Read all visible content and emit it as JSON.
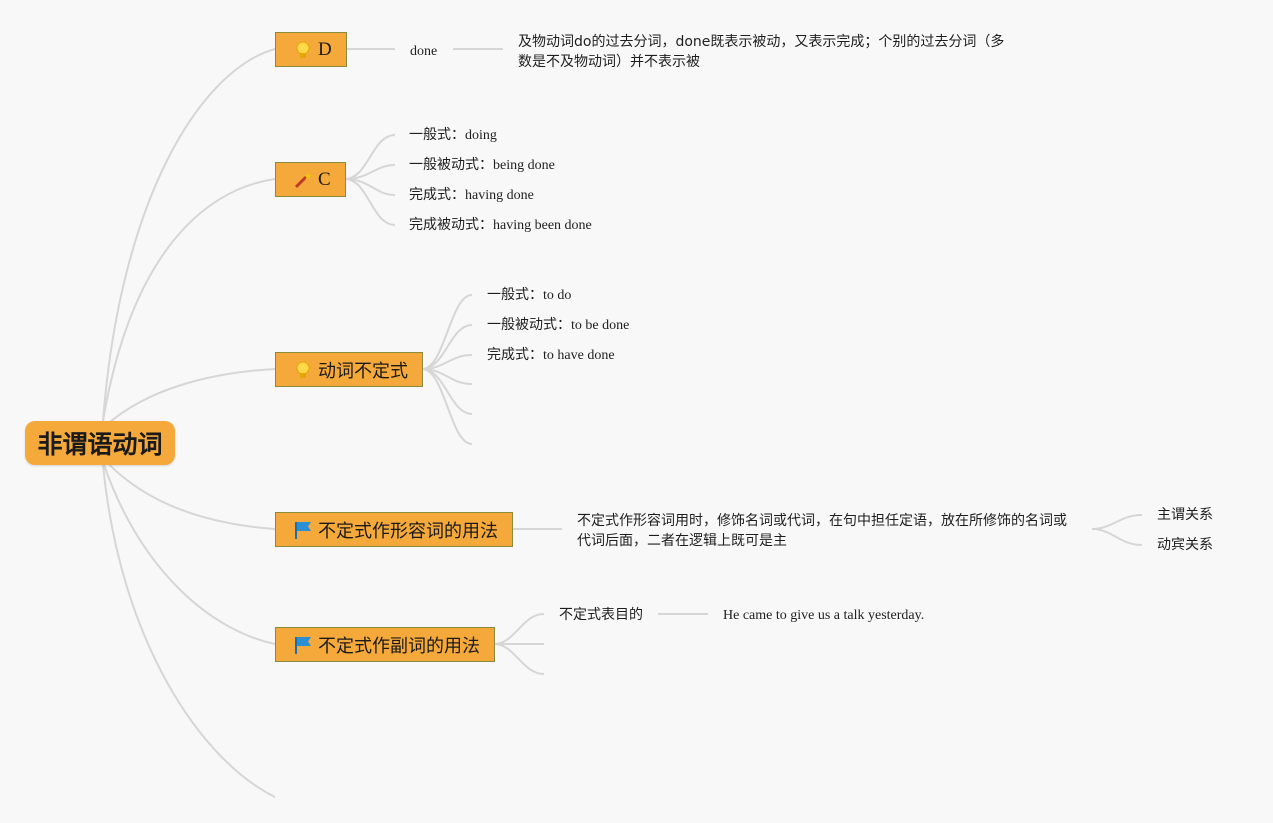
{
  "root": {
    "label": "非谓语动词"
  },
  "topics": {
    "d": {
      "label": "D",
      "icon": "lightbulb-icon",
      "child": "done",
      "description": "及物动词do的过去分词，done既表示被动，又表示完成；个别的过去分词（多数是不及物动词）并不表示被"
    },
    "c": {
      "label": "C",
      "icon": "magic-wand-icon",
      "forms": [
        {
          "label": "一般式：",
          "value": "doing"
        },
        {
          "label": "一般被动式：",
          "value": "being done"
        },
        {
          "label": "完成式：",
          "value": "having done"
        },
        {
          "label": "完成被动式：",
          "value": "having been done"
        }
      ]
    },
    "infinitive": {
      "label": "动词不定式",
      "icon": "lightbulb-icon",
      "forms": [
        {
          "label": "一般式：",
          "value": "to do"
        },
        {
          "label": "一般被动式：",
          "value": "to be done"
        },
        {
          "label": "完成式：",
          "value": "to have done"
        }
      ]
    },
    "adjective_use": {
      "label": "不定式作形容词的用法",
      "icon": "flag-icon",
      "description": "不定式作形容词用时，修饰名词或代词，在句中担任定语，放在所修饰的名词或代词后面，二者在逻辑上既可是主",
      "relations": [
        "主谓关系",
        "动宾关系"
      ]
    },
    "adverb_use": {
      "label": "不定式作副词的用法",
      "icon": "flag-icon",
      "child": "不定式表目的",
      "example": "He came to give us a talk yesterday."
    }
  },
  "colors": {
    "topic_fill": "#f5a93a",
    "topic_border": "#8a8a3e",
    "connector": "#d4d4d4",
    "background": "#f8f8f8",
    "flag": "#2b8fd6"
  }
}
